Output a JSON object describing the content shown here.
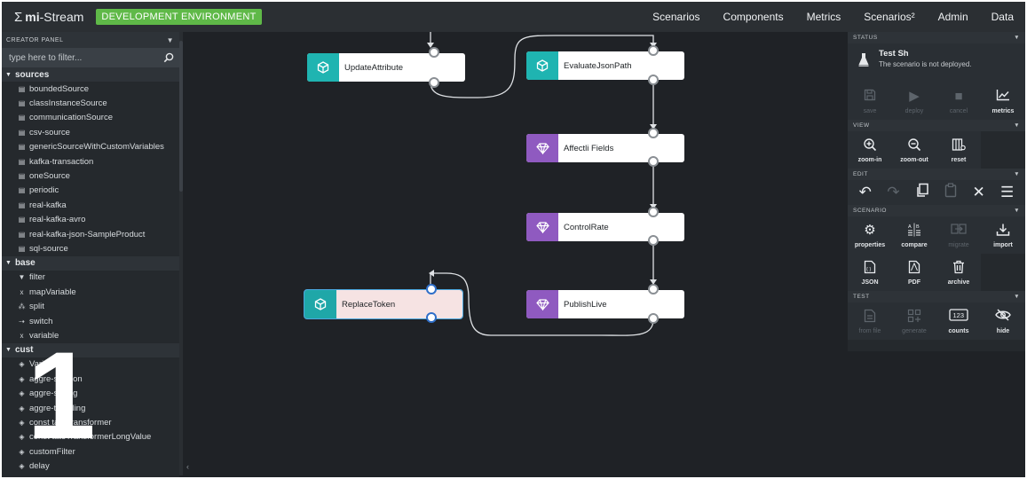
{
  "app": {
    "logo_prefix": "mi",
    "logo_suffix": "-Stream",
    "env_badge": "DEVELOPMENT ENVIRONMENT"
  },
  "nav": [
    "Scenarios",
    "Components",
    "Metrics",
    "Scenarios²",
    "Admin",
    "Data"
  ],
  "creator_panel": {
    "title": "CREATOR PANEL",
    "filter_placeholder": "type here to filter...",
    "categories": [
      {
        "name": "sources",
        "icon": "database-icon",
        "items": [
          "boundedSource",
          "classInstanceSource",
          "communicationSource",
          "csv-source",
          "genericSourceWithCustomVariables",
          "kafka-transaction",
          "oneSource",
          "periodic",
          "real-kafka",
          "real-kafka-avro",
          "real-kafka-json-SampleProduct",
          "sql-source"
        ]
      },
      {
        "name": "base",
        "items": [
          {
            "label": "filter",
            "icon": "filter-icon"
          },
          {
            "label": "mapVariable",
            "icon": "x-icon"
          },
          {
            "label": "split",
            "icon": "split-icon"
          },
          {
            "label": "switch",
            "icon": "switch-icon"
          },
          {
            "label": "variable",
            "icon": "x-icon"
          }
        ]
      },
      {
        "name": "cust",
        "icon": "cube-icon",
        "items": [
          "Variable",
          "aggre-session",
          "aggre-sliding",
          "aggre-tumbling",
          "const tateTransformer",
          "const tateTransformerLongValue",
          "customFilter",
          "delay"
        ]
      }
    ],
    "overlay_number": "1"
  },
  "canvas": {
    "nodes": [
      {
        "id": "n1",
        "label": "UpdateAttribute",
        "kind": "teal"
      },
      {
        "id": "n2",
        "label": "EvaluateJsonPath",
        "kind": "teal"
      },
      {
        "id": "n3",
        "label": "Affectli Fields",
        "kind": "purple"
      },
      {
        "id": "n4",
        "label": "ControlRate",
        "kind": "purple"
      },
      {
        "id": "n5",
        "label": "ReplaceToken",
        "kind": "teal",
        "highlighted": true
      },
      {
        "id": "n6",
        "label": "PublishLive",
        "kind": "purple"
      }
    ]
  },
  "right_panel": {
    "status": {
      "title": "STATUS",
      "scenario_name": "Test Sh",
      "message": "The scenario is not deployed.",
      "buttons": [
        {
          "label": "save",
          "icon": "save-icon",
          "enabled": false
        },
        {
          "label": "deploy",
          "icon": "play-icon",
          "enabled": false
        },
        {
          "label": "cancel",
          "icon": "stop-icon",
          "enabled": false
        },
        {
          "label": "metrics",
          "icon": "chart-icon",
          "enabled": true
        }
      ]
    },
    "view": {
      "title": "VIEW",
      "buttons": [
        {
          "label": "zoom-in",
          "icon": "zoom-in-icon"
        },
        {
          "label": "zoom-out",
          "icon": "zoom-out-icon"
        },
        {
          "label": "reset",
          "icon": "reset-icon"
        }
      ]
    },
    "edit": {
      "title": "EDIT",
      "buttons": [
        {
          "name": "undo",
          "icon": "undo-icon",
          "enabled": true
        },
        {
          "name": "redo",
          "icon": "redo-icon",
          "enabled": false
        },
        {
          "name": "copy",
          "icon": "copy-icon",
          "enabled": true
        },
        {
          "name": "paste",
          "icon": "paste-icon",
          "enabled": false
        },
        {
          "name": "delete",
          "icon": "close-icon",
          "enabled": true
        },
        {
          "name": "layout",
          "icon": "menu-icon",
          "enabled": true
        }
      ]
    },
    "scenario": {
      "title": "SCENARIO",
      "row1": [
        {
          "label": "properties",
          "icon": "gear-icon",
          "enabled": true
        },
        {
          "label": "compare",
          "icon": "compare-icon",
          "enabled": true
        },
        {
          "label": "migrate",
          "icon": "migrate-icon",
          "enabled": false
        },
        {
          "label": "import",
          "icon": "import-icon",
          "enabled": true
        }
      ],
      "row2": [
        {
          "label": "JSON",
          "icon": "json-icon",
          "enabled": true
        },
        {
          "label": "PDF",
          "icon": "pdf-icon",
          "enabled": true
        },
        {
          "label": "archive",
          "icon": "trash-icon",
          "enabled": true
        }
      ]
    },
    "test": {
      "title": "TEST",
      "buttons": [
        {
          "label": "from file",
          "icon": "file-icon",
          "enabled": false
        },
        {
          "label": "generate",
          "icon": "generate-icon",
          "enabled": false
        },
        {
          "label": "counts",
          "icon": "counts-icon",
          "enabled": true
        },
        {
          "label": "hide",
          "icon": "eye-off-icon",
          "enabled": true
        }
      ]
    }
  },
  "colors": {
    "topbar": "#2b2f33",
    "canvas": "#1f2226",
    "panel": "#25292d",
    "badge": "#5fb948",
    "teal": "#1fb4b1",
    "purple": "#8f5ac0"
  }
}
